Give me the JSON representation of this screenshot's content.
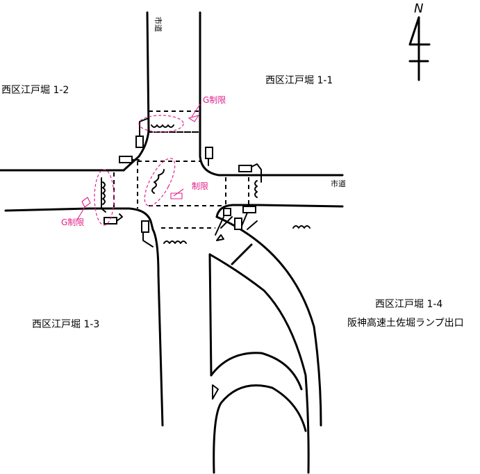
{
  "labels": {
    "city_road_north": "市道",
    "city_road_east": "市道",
    "block_1_1": "西区江戸堀 1-1",
    "block_1_2": "西区江戸堀 1-2",
    "block_1_3": "西区江戸堀 1-3",
    "block_1_4": "西区江戸堀 1-4",
    "ramp_exit": "阪神高速土佐堀ランプ出口",
    "north": "N"
  },
  "restrictions": {
    "g_restriction_north": "G制限",
    "g_restriction_west": "G制限",
    "center_restriction": "制限"
  },
  "colors": {
    "road": "#000000",
    "restriction": "#e0218a",
    "background": "#ffffff"
  }
}
